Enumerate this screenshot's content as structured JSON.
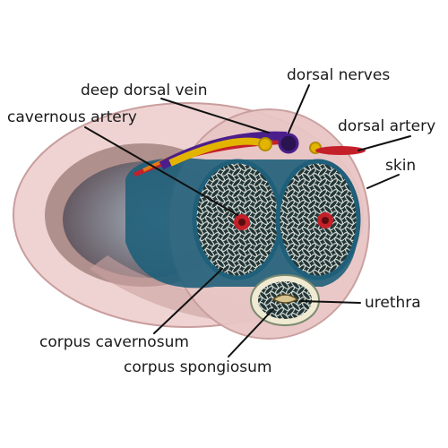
{
  "labels": {
    "deep_dorsal_vein": "deep dorsal vein",
    "dorsal_nerves": "dorsal nerves",
    "cavernous_artery": "cavernous artery",
    "dorsal_artery": "dorsal artery",
    "skin": "skin",
    "urethra": "urethra",
    "corpus_cavernosum": "corpus cavernosum",
    "corpus_spongiosum": "corpus spongiosum"
  },
  "colors": {
    "skin": "#e9c3c2",
    "skin_edge": "#c99d9d",
    "tunica": "#1f5f7a",
    "erectile_tissue": "#2c3e3e",
    "vein": "#4a1f8c",
    "nerve": "#e2b400",
    "artery": "#c4202a"
  }
}
